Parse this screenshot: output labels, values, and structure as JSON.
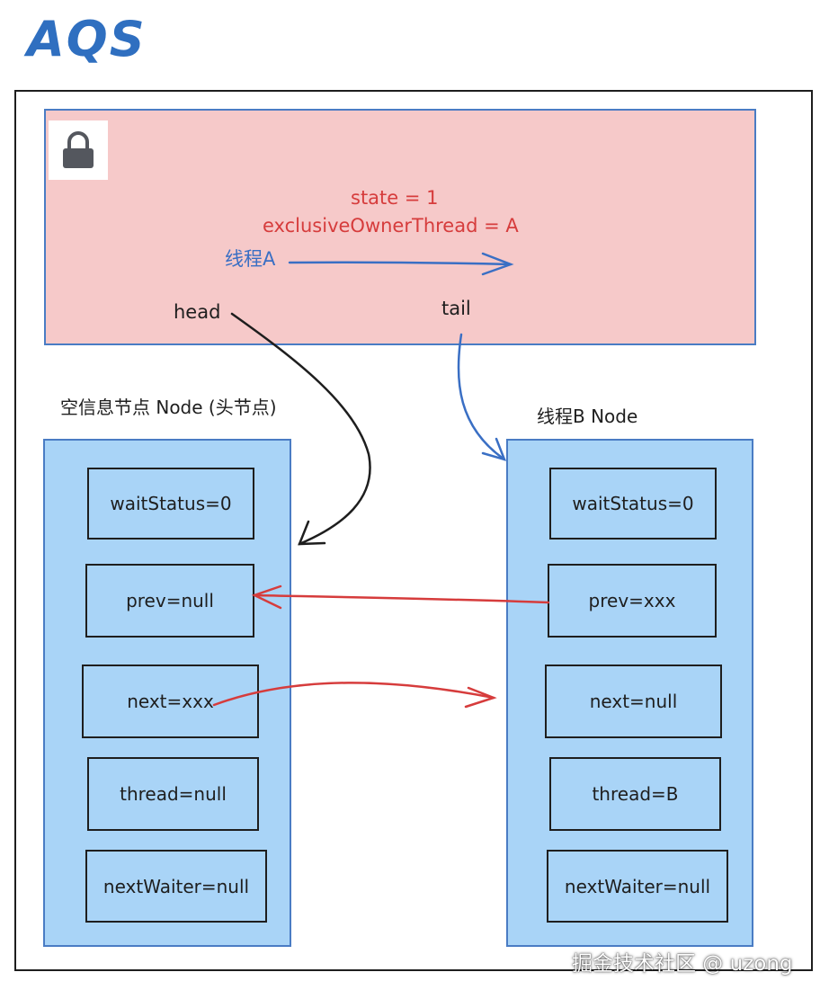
{
  "title": "AQS",
  "aqs": {
    "state": "state = 1",
    "owner": "exclusiveOwnerThread = A",
    "thread_a": "线程A",
    "head": "head",
    "tail": "tail"
  },
  "left_node": {
    "caption": "空信息节点 Node (头节点)",
    "fields": [
      "waitStatus=0",
      "prev=null",
      "next=xxx",
      "thread=null",
      "nextWaiter=null"
    ]
  },
  "right_node": {
    "caption": "线程B Node",
    "fields": [
      "waitStatus=0",
      "prev=xxx",
      "next=null",
      "thread=B",
      "nextWaiter=null"
    ]
  },
  "watermark": "掘金技术社区 @ uzong",
  "colors": {
    "aqs_fill": "#f6c9c9",
    "node_fill": "#a9d4f7",
    "border_blue": "#4a7cc4",
    "text_red": "#d63c3c",
    "text_blue": "#3a6fc4",
    "arrow_black": "#1e1e1e"
  },
  "icons": [
    "lock-icon"
  ]
}
